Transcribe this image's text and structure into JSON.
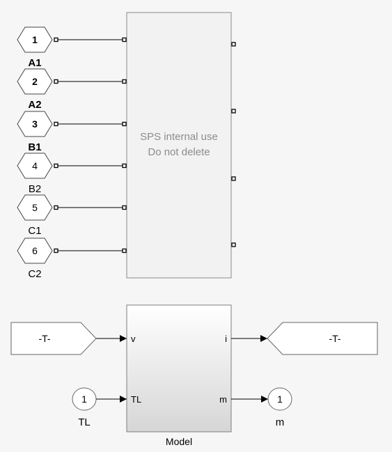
{
  "input_ports": [
    {
      "num": "1",
      "label": "A1",
      "bold": true
    },
    {
      "num": "2",
      "label": "A2",
      "bold": true
    },
    {
      "num": "3",
      "label": "B1",
      "bold": true
    },
    {
      "num": "4",
      "label": "B2",
      "bold": false
    },
    {
      "num": "5",
      "label": "C1",
      "bold": false
    },
    {
      "num": "6",
      "label": "C2",
      "bold": false
    }
  ],
  "sps_block": {
    "line1": "SPS internal use",
    "line2": "Do not delete"
  },
  "goto_left": {
    "text": "-T-"
  },
  "goto_right": {
    "text": "-T-"
  },
  "model_block": {
    "name": "Model",
    "port_v": "v",
    "port_tl": "TL",
    "port_i": "i",
    "port_m": "m"
  },
  "inport_tl": {
    "num": "1",
    "label": "TL"
  },
  "outport_m": {
    "num": "1",
    "label": "m"
  }
}
